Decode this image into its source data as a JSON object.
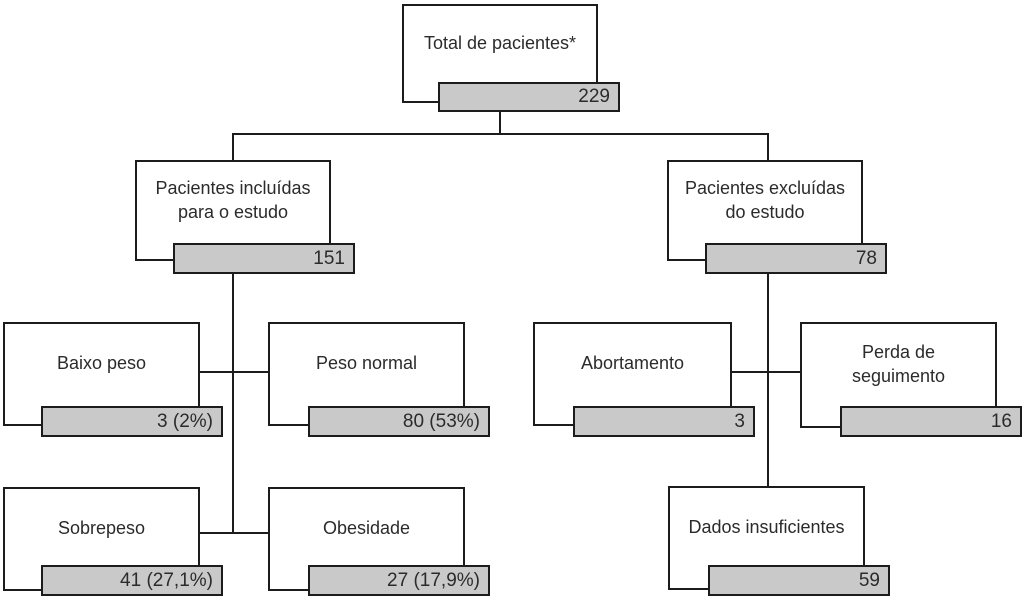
{
  "diagram": {
    "type": "flowchart",
    "nodes": {
      "total": {
        "label": "Total de pacientes*",
        "value": "229"
      },
      "included": {
        "label": "Pacientes incluídas\npara o estudo",
        "value": "151"
      },
      "excluded": {
        "label": "Pacientes excluídas\ndo estudo",
        "value": "78"
      },
      "baixo_peso": {
        "label": "Baixo peso",
        "value": "3 (2%)"
      },
      "peso_normal": {
        "label": "Peso normal",
        "value": "80 (53%)"
      },
      "sobrepeso": {
        "label": "Sobrepeso",
        "value": "41 (27,1%)"
      },
      "obesidade": {
        "label": "Obesidade",
        "value": "27 (17,9%)"
      },
      "abortamento": {
        "label": "Abortamento",
        "value": "3"
      },
      "perda_seguimento": {
        "label": "Perda de\nseguimento",
        "value": "16"
      },
      "dados_insuficientes": {
        "label": "Dados insuficientes",
        "value": "59"
      }
    },
    "colors": {
      "bar_fill": "#c9c9c9",
      "border": "#1c1c1c",
      "text": "#2b2b2b",
      "background": "#ffffff"
    }
  }
}
